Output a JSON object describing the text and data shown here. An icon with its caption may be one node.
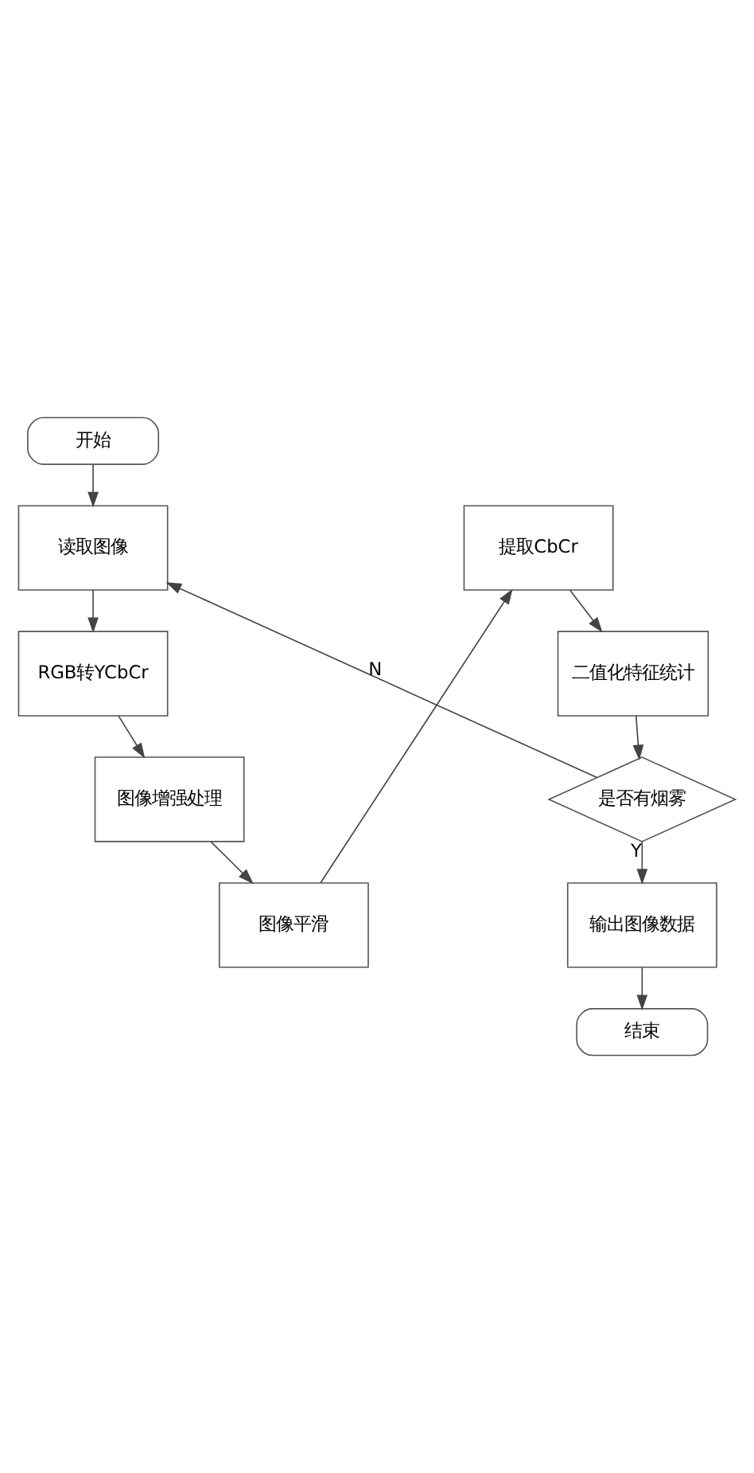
{
  "diagram": {
    "nodes": [
      {
        "text": [
          "开始"
        ]
      },
      {
        "text": [
          "读取图像"
        ]
      },
      {
        "text": [
          "RGB转YCbCr"
        ]
      },
      {
        "text": [
          "图像增强处理"
        ]
      },
      {
        "text": [
          "图像平滑"
        ]
      },
      {
        "text": [
          "提取CbCr"
        ]
      },
      {
        "text": [
          "二值化特征统计"
        ]
      },
      {
        "text": [
          "是否有烟雾"
        ]
      },
      {
        "text": [
          "输出图像数据"
        ]
      },
      {
        "text": [
          "结束"
        ]
      }
    ],
    "edges": [
      {
        "from": 0,
        "to": 1,
        "arrow": "to"
      },
      {
        "from": 1,
        "to": 2,
        "arrow": "to"
      },
      {
        "from": 2,
        "to": 3,
        "arrow": "to"
      },
      {
        "from": 3,
        "to": 4,
        "arrow": "to"
      },
      {
        "from": 4,
        "to": 5,
        "arrow": "to"
      },
      {
        "from": 5,
        "to": 6,
        "arrow": "to"
      },
      {
        "from": 6,
        "to": 7,
        "arrow": "to"
      },
      {
        "from": 7,
        "to": 1,
        "arrow": "to",
        "label": "N"
      },
      {
        "from": 7,
        "to": 8,
        "arrow": "to",
        "label": "Y"
      },
      {
        "from": 8,
        "to": 9,
        "arrow": "to"
      }
    ]
  }
}
